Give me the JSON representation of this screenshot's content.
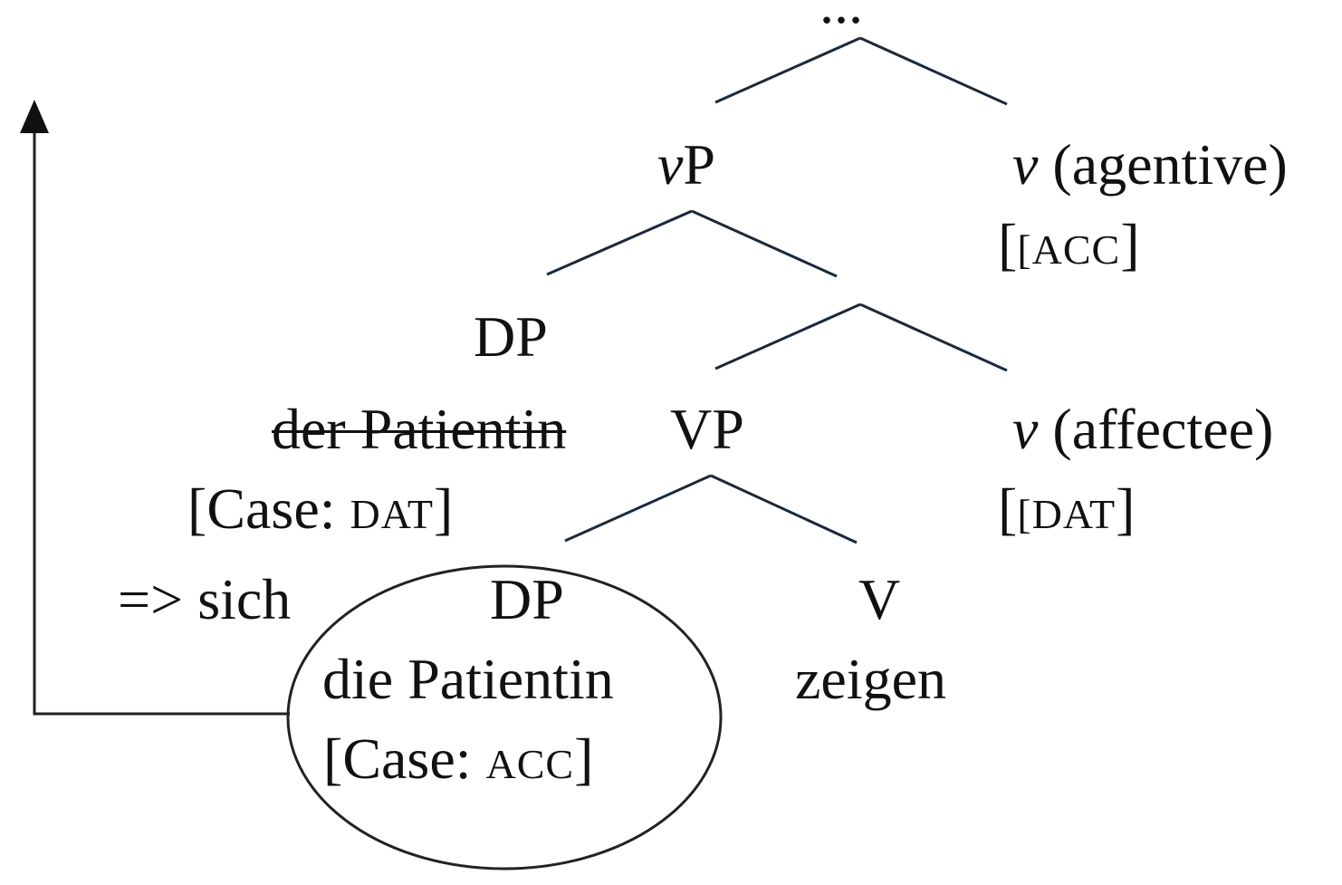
{
  "tree": {
    "top": "...",
    "vP": {
      "italic": "v",
      "rest": "P"
    },
    "v_agentive": {
      "italic": "v",
      "rest": " (agentive)",
      "feature": "[ACC"
    },
    "dp_upper": {
      "label": "DP",
      "word": "der Patientin",
      "case_prefix": "[Case: ",
      "case_value": "DAT"
    },
    "vp_label": "VP",
    "v_affectee": {
      "italic": "v",
      "rest": " (affectee)",
      "feature": "[DAT"
    },
    "dp_lower": {
      "label": "DP",
      "word": "die Patientin",
      "case_prefix": "[Case: ",
      "case_value": "ACC"
    },
    "v_head": {
      "label": "V",
      "word": "zeigen"
    },
    "reflexive": "=> sich",
    "bracket_close": "]"
  }
}
